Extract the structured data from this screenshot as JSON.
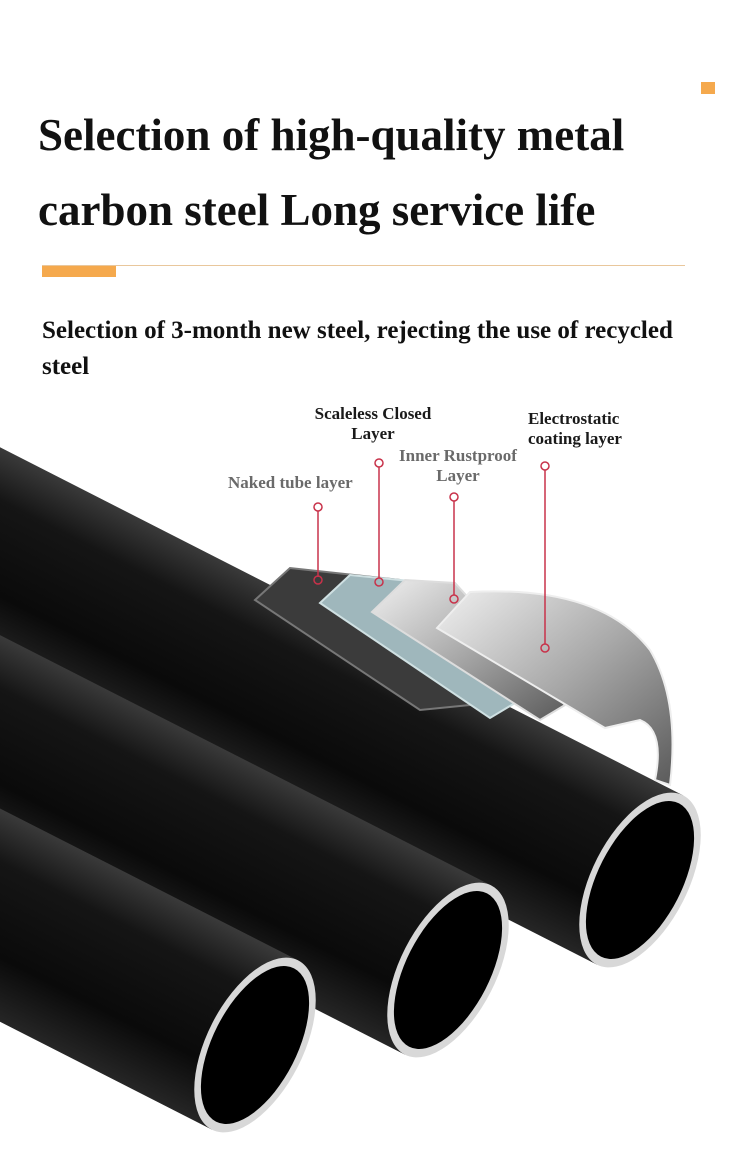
{
  "headline": {
    "line1": "Selection of high-quality metal",
    "line2": "carbon steel Long service life"
  },
  "subtitle": "Selection of 3-month new steel, rejecting the use of recycled steel",
  "layers": {
    "scaleless": "Scaleless Closed Layer",
    "electrostatic": "Electrostatic coating layer",
    "inner_rustproof": "Inner Rustproof Layer",
    "naked_tube": "Naked tube layer"
  },
  "colors": {
    "accent": "#f5a94d",
    "leader": "#c8324a",
    "tube": "#121212"
  }
}
